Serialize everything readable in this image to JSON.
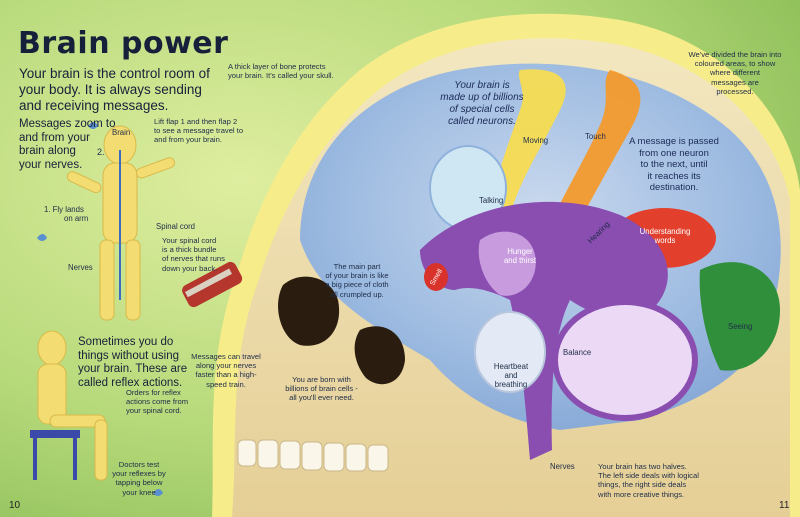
{
  "title": "Brain power",
  "intro": {
    "line1": "Your brain is the control room of",
    "line2": "your body. It is always sending",
    "line3": "and receiving messages."
  },
  "messages_zoom": [
    "Messages zoom to",
    "and from your",
    "brain along",
    "your nerves."
  ],
  "flap_note": [
    "Lift flap 1 and then flap 2",
    "to see a message travel to",
    "and from your brain."
  ],
  "labels": {
    "brain": "Brain",
    "flap2": "2.",
    "fly": [
      "1.  Fly lands",
      "on arm"
    ],
    "spinal_cord": "Spinal cord",
    "nerves_left": "Nerves",
    "spinal_desc": [
      "Your spinal cord",
      "is a thick bundle",
      "of nerves that runs",
      "down your back."
    ],
    "reflex": [
      "Sometimes you do",
      "things without using",
      "your brain. These are",
      "called reflex actions."
    ],
    "orders": [
      "Orders for reflex",
      "actions come from",
      "your spinal cord."
    ],
    "doctors": [
      "Doctors test",
      "your reflexes by",
      "tapping below",
      "your knee"
    ],
    "skull": [
      "A thick layer of bone protects",
      "your brain. It's called your skull."
    ],
    "main_part": [
      "The main part",
      "of your brain is like",
      "a big piece of cloth",
      "all crumpled up."
    ],
    "messages_travel": [
      "Messages can travel",
      "along your nerves",
      "faster than a high-",
      "speed train."
    ],
    "born_with": [
      "You are born with",
      "billions of brain cells -",
      "all you'll ever need."
    ],
    "neurons": [
      "Your brain is",
      "made up of billions",
      "of special cells",
      "called neurons."
    ],
    "moving": "Moving",
    "touch": "Touch",
    "talking": "Talking",
    "hearing": "Hearing",
    "smell": "Smell",
    "hunger": [
      "Hunger",
      "and thirst"
    ],
    "heartbeat": [
      "Heartbeat",
      "and",
      "breathing"
    ],
    "balance": "Balance",
    "nerves_right": "Nerves",
    "understanding": [
      "Understanding",
      "words"
    ],
    "passed": [
      "A message is passed",
      "from one neuron",
      "to the next, until",
      "it reaches its",
      "destination."
    ],
    "divided": [
      "We've divided the brain into",
      "coloured areas, to show",
      "where different",
      "messages are",
      "processed."
    ],
    "seeing": "Seeing",
    "halves": [
      "Your brain has two halves.",
      "The left side deals with logical",
      "things, the right side deals",
      "with more creative things."
    ]
  },
  "page_left": "10",
  "page_right": "11",
  "colors": {
    "sky_green": "#a9d46b",
    "skull_cream": "#efe2b6",
    "brain_blue": "#8fb2dc",
    "purple": "#8a4db0",
    "yellow_band": "#f7dc52",
    "orange_band": "#f39a2d",
    "understanding_red": "#e2402d",
    "seeing_green": "#2f8f3b"
  }
}
